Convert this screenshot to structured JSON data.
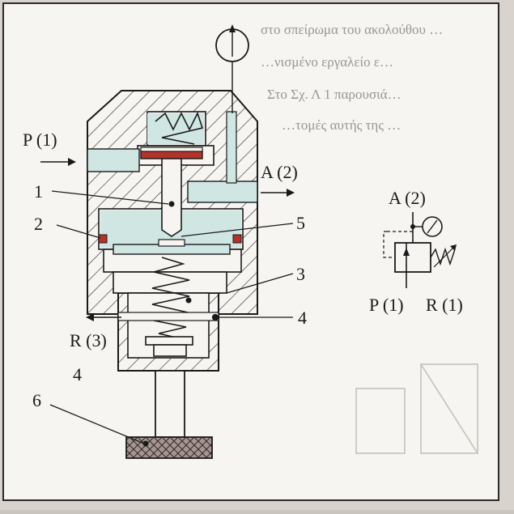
{
  "labels": {
    "p1": "P (1)",
    "a2": "A (2)",
    "r3": "R (3)",
    "n1": "1",
    "n2": "2",
    "n3": "3",
    "n4": "4",
    "n4b": "4",
    "n5": "5",
    "n6": "6"
  },
  "symbol": {
    "a2": "A (2)",
    "p1": "P (1)",
    "r1": "R (1)"
  },
  "background_text": {
    "line1": "στο σπείρωμα του ακολούθου …",
    "line2": "…νισμένο εργαλείο ε…",
    "line3": "Στο Σχ. Λ 1 παρουσιά…",
    "line4": "…τομές αυτής της …"
  },
  "colors": {
    "panel": "#f7f5f2",
    "border": "#2a2a2a",
    "channel": "#cfe6e3",
    "seal": "#b3322a",
    "knob": "#a99590",
    "hatch": "#333333"
  }
}
